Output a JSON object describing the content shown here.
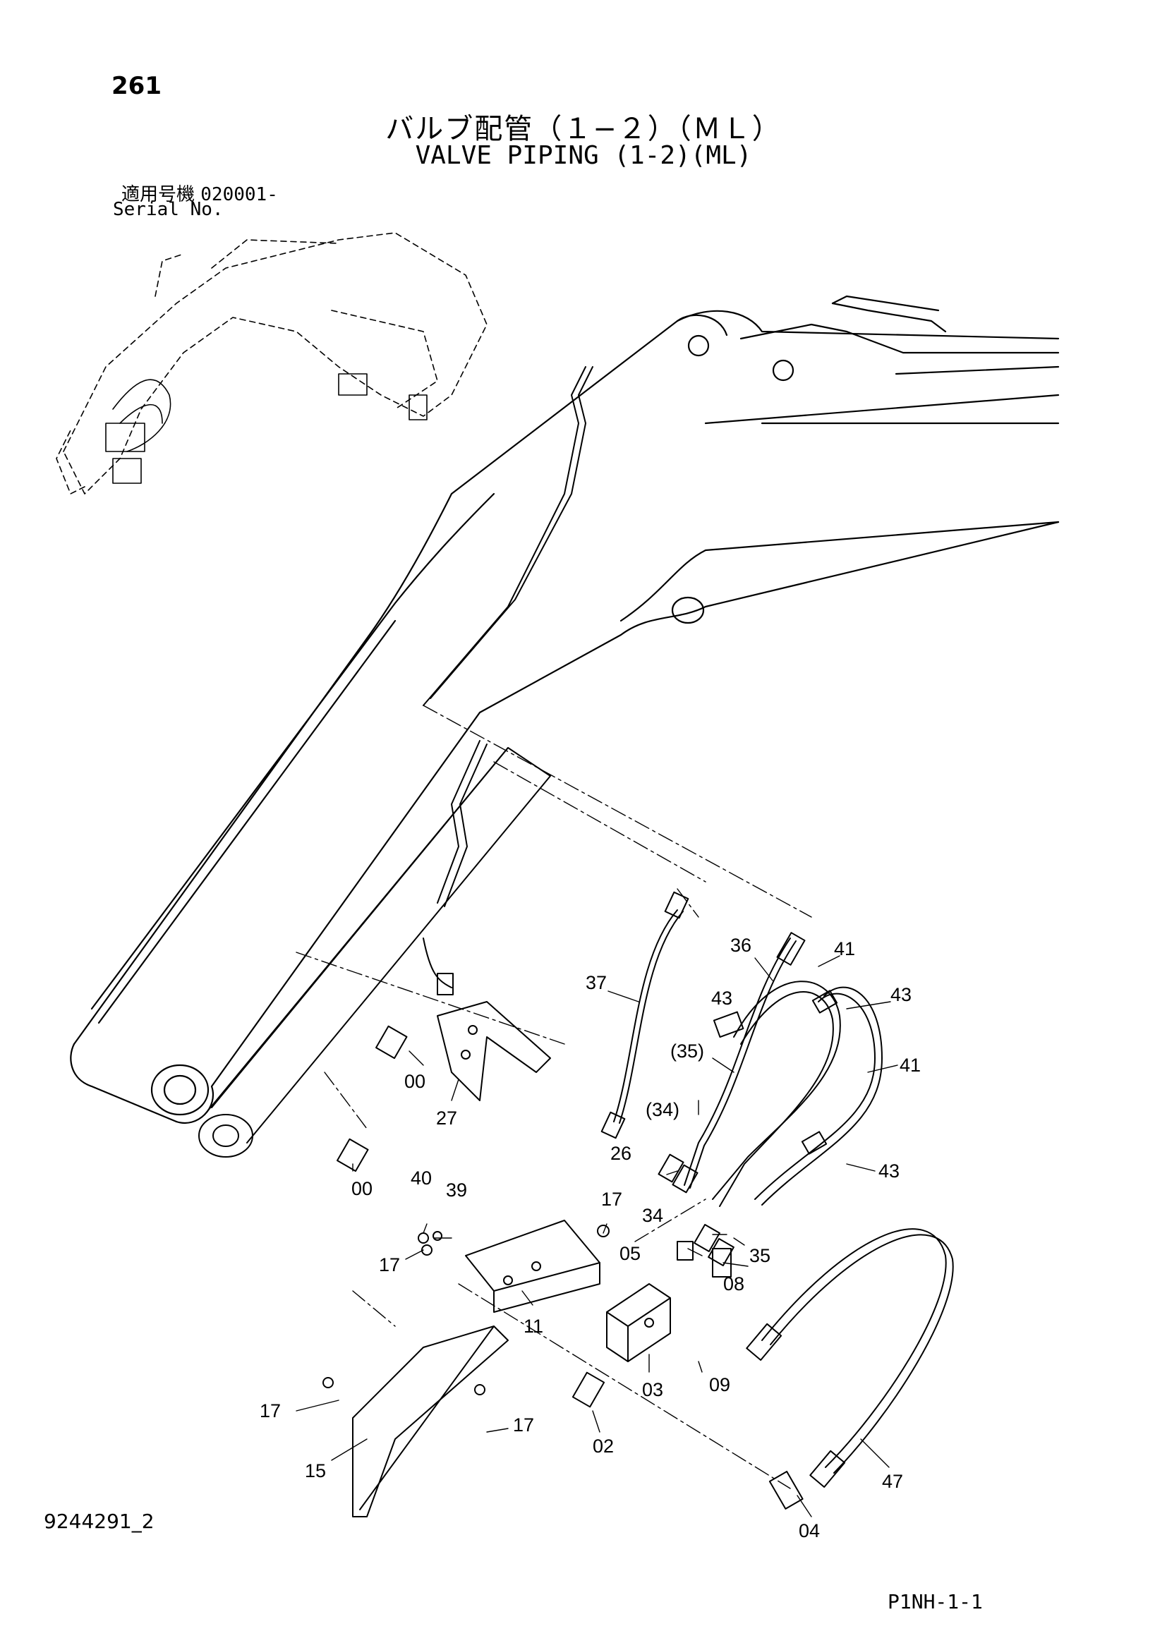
{
  "page_number": "261",
  "title_ja": "バルブ配管（１−２）（ＭＬ）",
  "title_en": "VALVE PIPING (1-2)(ML)",
  "serial_label_ja": "適用号機",
  "serial_label_en": "Serial No.",
  "serial_number": "020001-",
  "doc_id": "9244291_2",
  "page_code": "P1NH-1-1",
  "callouts": [
    "37",
    "36",
    "41",
    "43",
    "43",
    "41",
    "(35)",
    "(34)",
    "26",
    "43",
    "34",
    "35",
    "05",
    "08",
    "17",
    "40",
    "39",
    "17",
    "11",
    "03",
    "09",
    "00",
    "27",
    "00",
    "17",
    "17",
    "15",
    "02",
    "47",
    "04"
  ]
}
